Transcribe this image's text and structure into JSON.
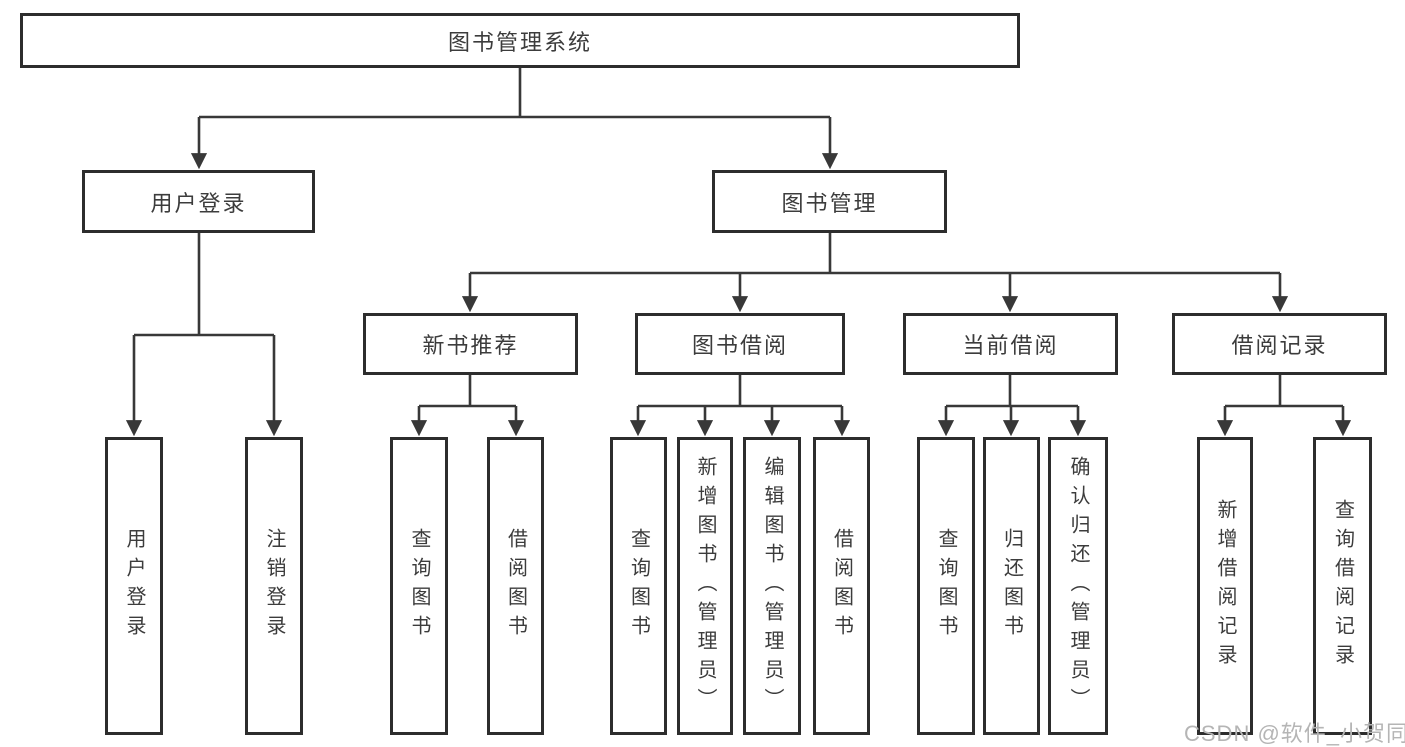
{
  "diagram": {
    "root": "图书管理系统",
    "branches": [
      {
        "label": "用户登录",
        "leaves": [
          "用户登录",
          "注销登录"
        ]
      },
      {
        "label": "图书管理",
        "groups": [
          {
            "label": "新书推荐",
            "leaves": [
              "查询图书",
              "借阅图书"
            ]
          },
          {
            "label": "图书借阅",
            "leaves": [
              "查询图书",
              "新增图书（管理员）",
              "编辑图书（管理员）",
              "借阅图书"
            ]
          },
          {
            "label": "当前借阅",
            "leaves": [
              "查询图书",
              "归还图书",
              "确认归还（管理员）"
            ]
          },
          {
            "label": "借阅记录",
            "leaves": [
              "新增借阅记录",
              "查询借阅记录"
            ]
          }
        ]
      }
    ]
  },
  "watermark": "CSDN @软件_小贺同学",
  "colors": {
    "line": "#383838",
    "box_border": "#2d2d2d",
    "box_fill": "#ffffff",
    "text": "#3c3c3c",
    "watermark": "#b5b5b5",
    "background": "#ffffff"
  }
}
